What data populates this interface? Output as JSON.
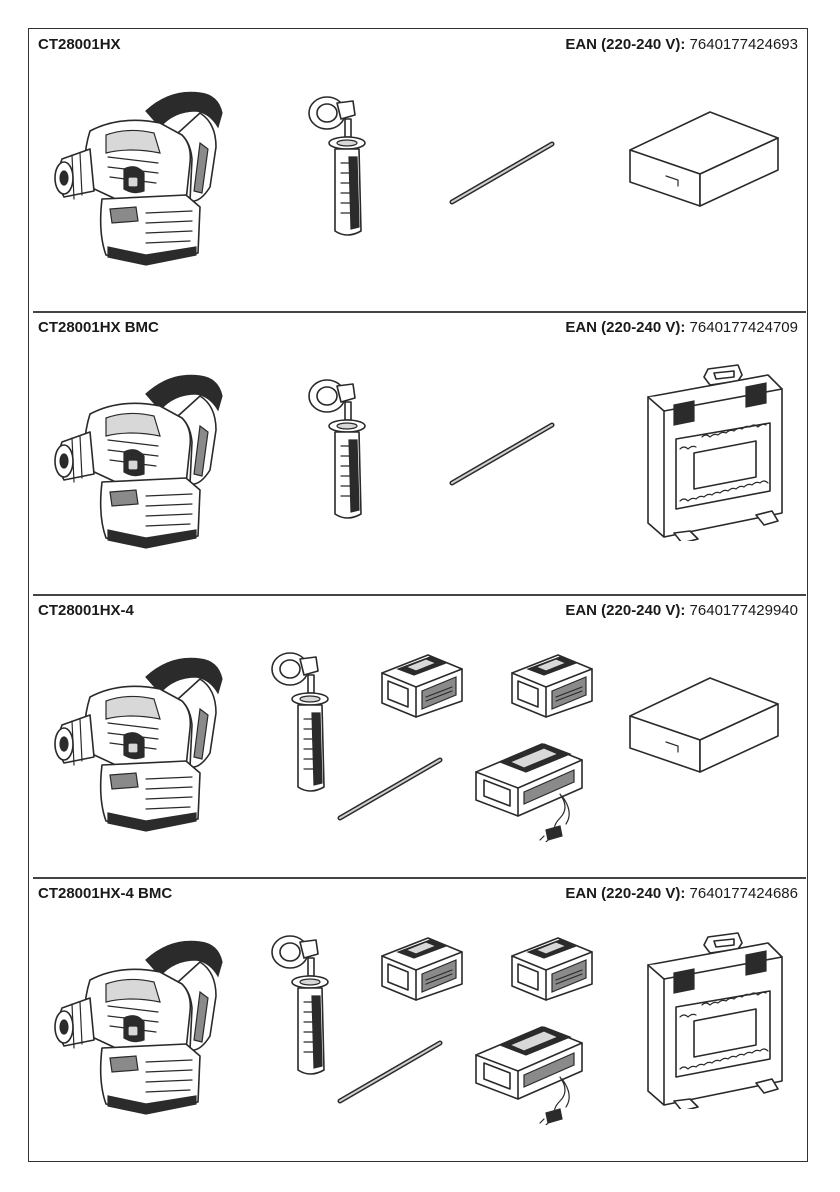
{
  "sections": [
    {
      "model": "CT28001HX",
      "ean_label": "EAN (220-240 V):",
      "ean_value": "7640177424693",
      "contents": [
        "rotary-hammer-icon",
        "side-handle-icon",
        "depth-stop-rod-icon",
        "cardboard-box-icon"
      ]
    },
    {
      "model": "CT28001HX BMC",
      "ean_label": "EAN (220-240 V):",
      "ean_value": "7640177424709",
      "contents": [
        "rotary-hammer-icon",
        "side-handle-icon",
        "depth-stop-rod-icon",
        "carrying-case-icon"
      ]
    },
    {
      "model": "CT28001HX-4",
      "ean_label": "EAN (220-240 V):",
      "ean_value": "7640177429940",
      "contents": [
        "rotary-hammer-icon",
        "side-handle-icon",
        "depth-stop-rod-icon",
        "battery-pack-icon",
        "battery-pack-icon",
        "charger-icon",
        "cardboard-box-icon"
      ]
    },
    {
      "model": "CT28001HX-4 BMC",
      "ean_label": "EAN (220-240 V):",
      "ean_value": "7640177424686",
      "contents": [
        "rotary-hammer-icon",
        "side-handle-icon",
        "depth-stop-rod-icon",
        "battery-pack-icon",
        "battery-pack-icon",
        "charger-icon",
        "carrying-case-icon"
      ]
    }
  ]
}
